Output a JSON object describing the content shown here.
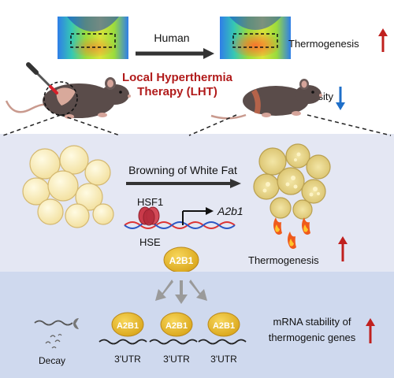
{
  "top": {
    "arrow_label": "Human",
    "therapy_line1": "Local Hyperthermia",
    "therapy_line2": "Therapy (LHT)",
    "outcome_thermogenesis": "Thermogenesis",
    "outcome_obesity": "Obesity"
  },
  "middle": {
    "process_label": "Browning of White Fat",
    "transcription_factor": "HSF1",
    "element": "HSE",
    "gene": "A2b1",
    "protein": "A2B1",
    "outcome": "Thermogenesis"
  },
  "bottom": {
    "decay_label": "Decay",
    "protein": "A2B1",
    "utr_label": "3'UTR",
    "outcome_line1": "mRNA stability of",
    "outcome_line2": "thermogenic genes"
  },
  "colors": {
    "up_arrow": "#c0201e",
    "down_arrow": "#1f6fc9",
    "therapy_text": "#b11b1b",
    "mid_panel": "#e4e7f3",
    "bottom_panel": "#cfd9ee",
    "protein_fill": "#e7b526"
  }
}
